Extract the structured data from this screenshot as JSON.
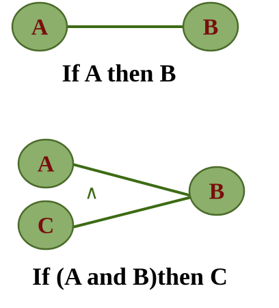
{
  "diagram_top": {
    "node_a": "A",
    "node_b": "B",
    "caption": "If A then B"
  },
  "diagram_bottom": {
    "node_a": "A",
    "node_c": "C",
    "node_b": "B",
    "operator": "∧",
    "caption": "If (A and B)then C"
  },
  "colors": {
    "node_fill": "#8caf6b",
    "node_stroke": "#4a6b2a",
    "edge": "#3d6b14",
    "node_label": "#7a0d0d",
    "caption": "#000000"
  }
}
